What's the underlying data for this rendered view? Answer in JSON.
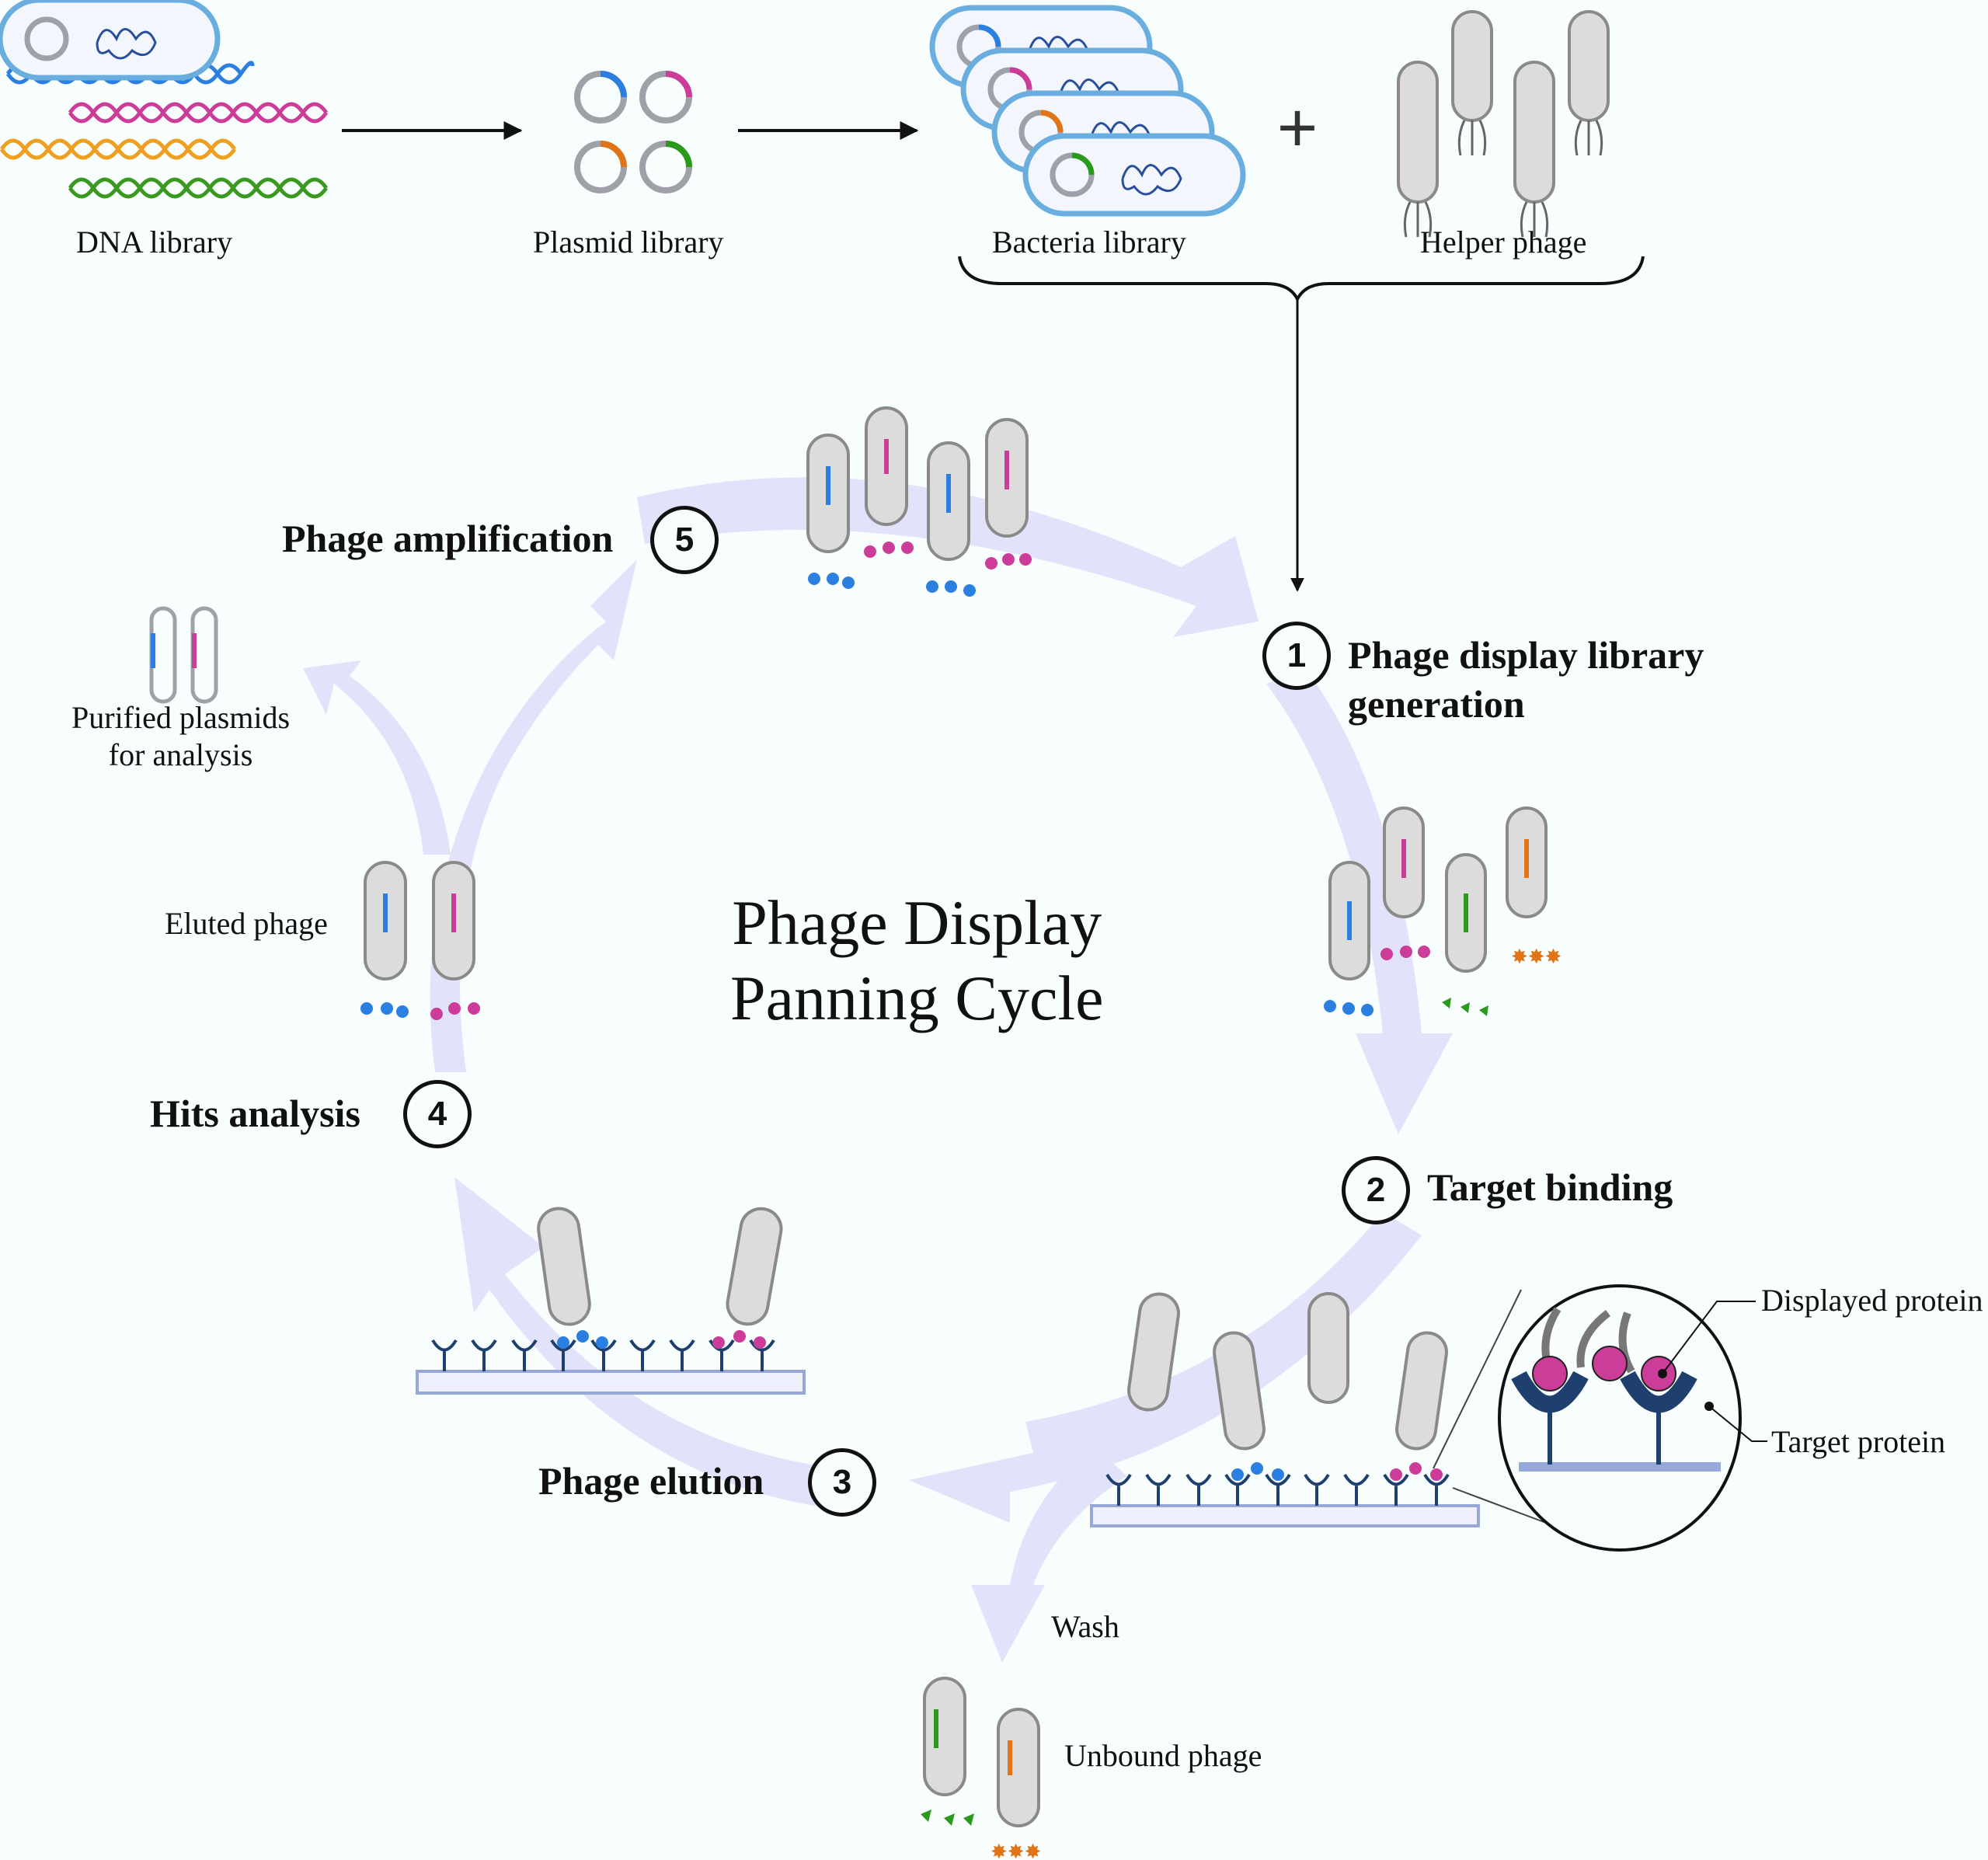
{
  "diagram": {
    "title_line1": "Phage Display",
    "title_line2": "Panning Cycle",
    "top_row": {
      "dna_library": "DNA library",
      "plasmid_library": "Plasmid library",
      "bacteria_library": "Bacteria library",
      "plus": "+",
      "helper_phage": "Helper phage"
    },
    "steps": [
      {
        "number": "1",
        "label_line1": "Phage display library",
        "label_line2": "generation"
      },
      {
        "number": "2",
        "label_line1": "Target binding"
      },
      {
        "number": "3",
        "label_line1": "Phage elution"
      },
      {
        "number": "4",
        "label_line1": "Hits analysis"
      },
      {
        "number": "5",
        "label_line1": "Phage amplification"
      }
    ],
    "annotations": {
      "purified_plasmids_line1": "Purified plasmids",
      "purified_plasmids_line2": "for analysis",
      "eluted_phage": "Eluted phage",
      "wash": "Wash",
      "unbound_phage": "Unbound phage",
      "displayed_protein": "Displayed protein",
      "target_protein": "Target protein"
    },
    "colors": {
      "background": "#f8fdfd",
      "cycle_arrow": "#e2e2fb",
      "blue": "#2a7fe0",
      "magenta": "#cc3d9a",
      "orange": "#e07416",
      "green": "#2a9a1c",
      "target_navy": "#1f3f6e",
      "phage_body": "#dcdcdc",
      "phage_outline": "#8a8a8a",
      "surface": "#eef1fb",
      "surface_edge": "#95a8d8"
    }
  }
}
